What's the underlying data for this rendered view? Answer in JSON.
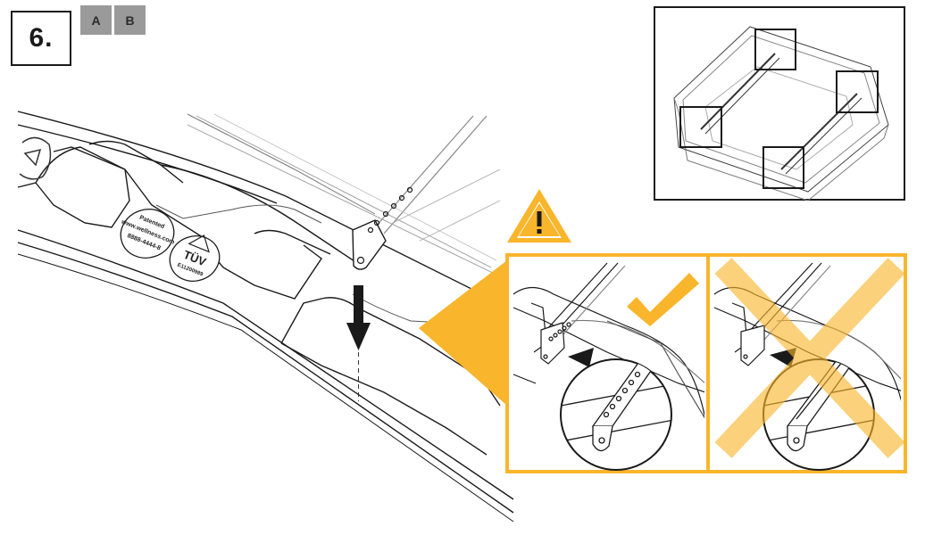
{
  "step": {
    "number": "6."
  },
  "badges": [
    "A",
    "B"
  ],
  "stickers": {
    "patent_title": "Patented",
    "patent_site": "www.wellness.com",
    "patent_code": "8888-4444-8",
    "tuv_mark": "TÜV",
    "tuv_code": "E11200989"
  },
  "colors": {
    "accent": "#f9b52b",
    "line": "#1a1a1a",
    "badge": "#9a9a9a",
    "overlay_cross": "#f9b52b"
  },
  "icons": {
    "warning": "warning-triangle-icon",
    "correct": "checkmark-icon",
    "incorrect": "cross-icon",
    "direction": "down-arrow-icon"
  }
}
